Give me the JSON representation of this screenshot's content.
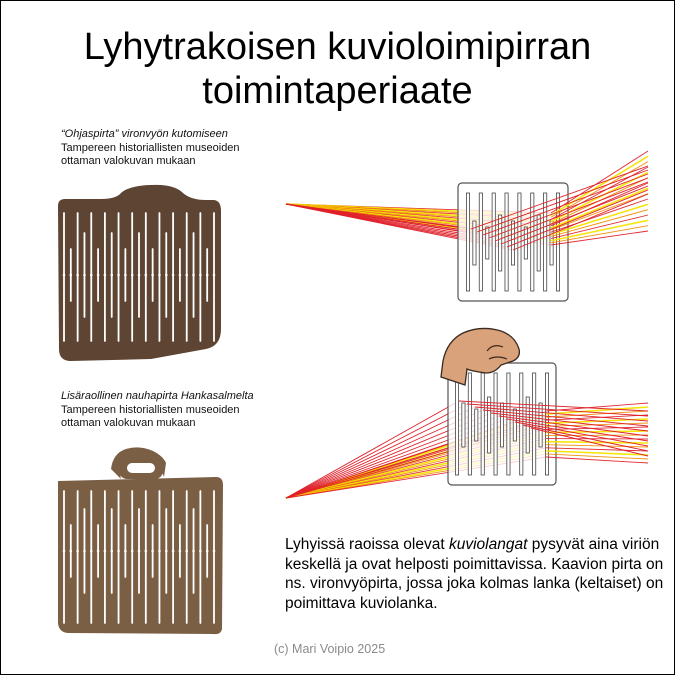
{
  "title": {
    "line1": "Lyhytrakoisen kuvioloimipirran",
    "line2": "toimintaperiaate"
  },
  "caption_top": {
    "name": "“Ohjaspirta”",
    "name_rest": " vironvyön kutomiseen",
    "line2": "Tampereen historiallisten museoiden",
    "line3": "ottaman valokuvan mukaan"
  },
  "caption_bottom": {
    "name": "Lisäraollinen nauhapirta Hankasalmelta",
    "line2": "Tampereen historiallisten museoiden",
    "line3": "ottaman valokuvan mukaan"
  },
  "explanation": {
    "part1": "Lyhyissä raoissa olevat ",
    "emphasis": "kuviolangat",
    "part2": " pysyvät aina viriön keskellä ja ovat helposti poimittavissa. Kaavion pirta on ns. vironvyöpirta, jossa joka kolmas lanka (keltaiset) on poimittava kuviolanka."
  },
  "copyright": "(c) Mari Voipio 2025",
  "colors": {
    "dark_wood": "#5e4433",
    "light_wood": "#7b5f45",
    "red_thread": "#e0202a",
    "yellow_thread": "#f5e400",
    "orange_thread": "#f08a00",
    "hand": "#d9a27a",
    "card_border": "#555555"
  },
  "icons": [
    "hand-icon"
  ]
}
